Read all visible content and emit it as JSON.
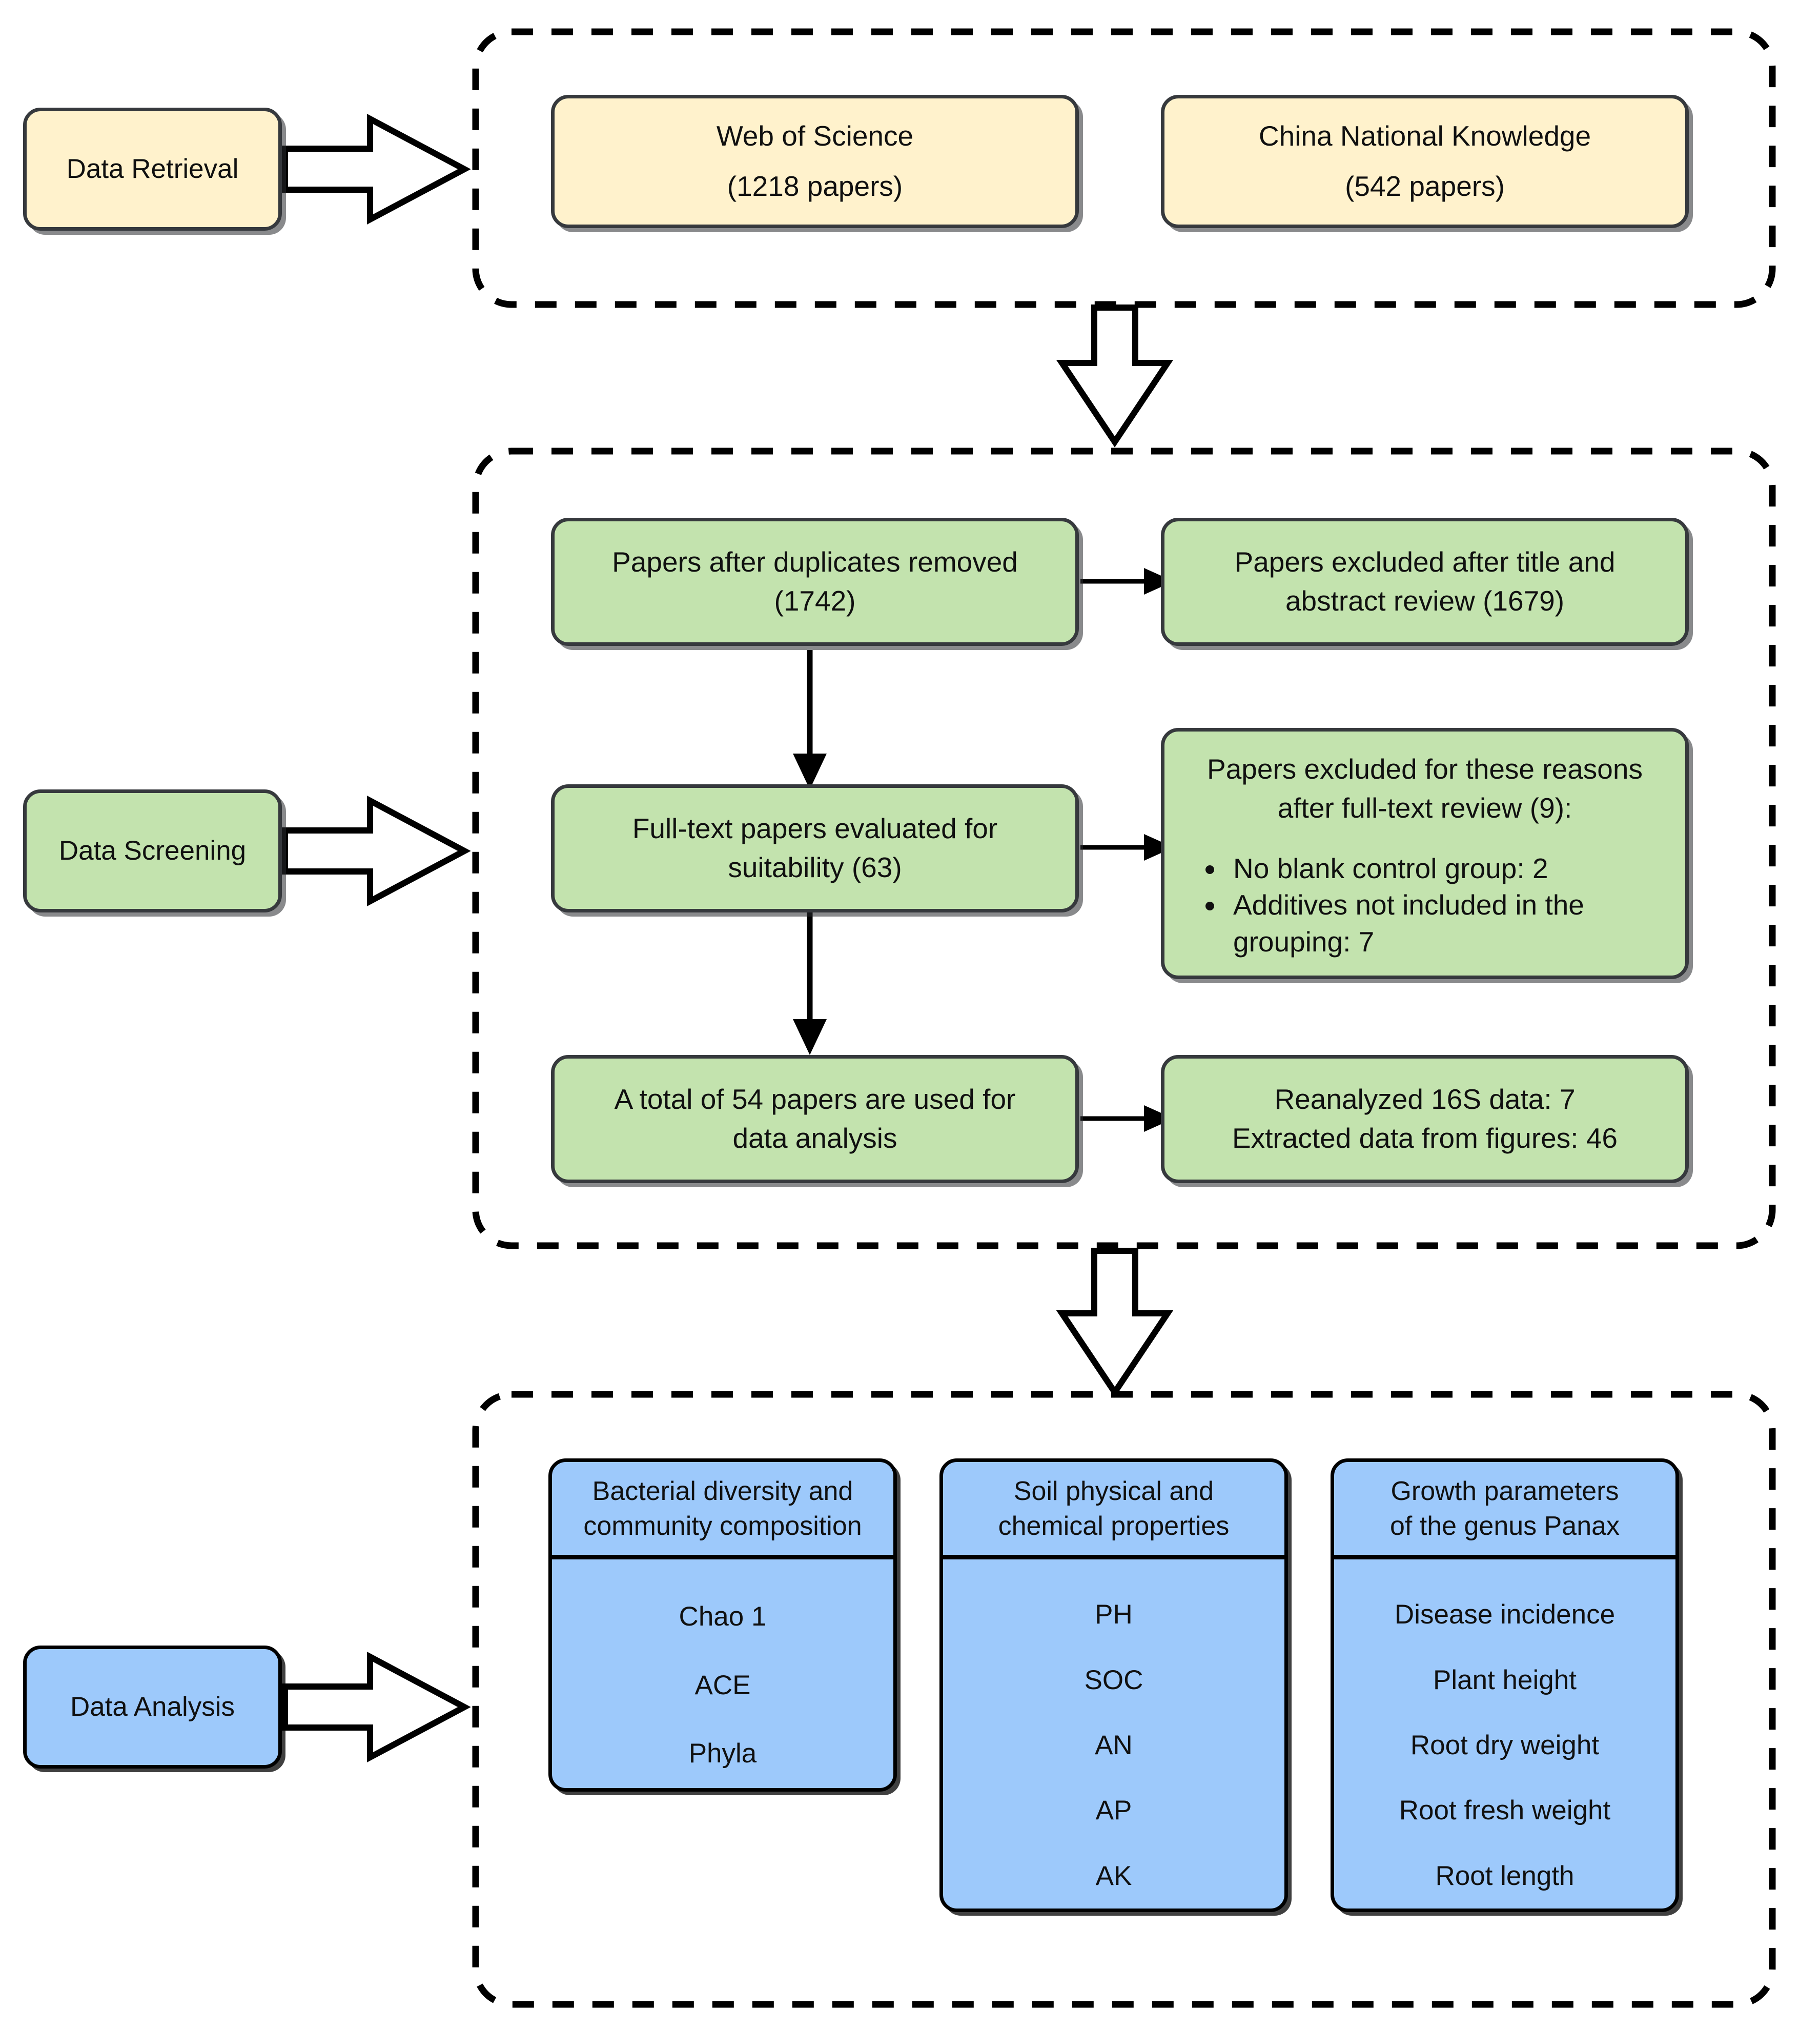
{
  "figure": {
    "type": "prisma-flow-diagram",
    "title": "Literature retrieval, screening and analysis workflow"
  },
  "stages": [
    {
      "id": "retrieval",
      "label": "Data Retrieval",
      "color": "#fff2cc"
    },
    {
      "id": "screening",
      "label": "Data Screening",
      "color": "#c3e3ae"
    },
    {
      "id": "analysis",
      "label": "Data  Analysis",
      "color": "#9dc9fb"
    }
  ],
  "retrieval": {
    "sources": [
      {
        "name": "Web of Science",
        "count": "(1218 papers)"
      },
      {
        "name": "China National Knowledge",
        "count": "(542 papers)"
      }
    ]
  },
  "screening": {
    "duplicates_removed": {
      "line1": "Papers after duplicates removed",
      "line2": "(1742)"
    },
    "excluded_title_abstract": {
      "line1": "Papers excluded after title and",
      "line2": "abstract review (1679)"
    },
    "fulltext_evaluated": {
      "line1": "Full-text papers evaluated for",
      "line2": "suitability (63)"
    },
    "excluded_fulltext": {
      "title_line1": "Papers excluded for these reasons",
      "title_line2": "after full-text review (9):",
      "reasons": [
        "No blank control group: 2",
        "Additives not included in the grouping: 7"
      ]
    },
    "total_used": {
      "line1": "A total of 54 papers are used for",
      "line2": "data analysis"
    },
    "data_origin": {
      "line1": "Reanalyzed 16S data: 7",
      "line2": "Extracted data from figures: 46"
    }
  },
  "analysis": {
    "panels": [
      {
        "head_line1": "Bacterial diversity and",
        "head_line2": "community composition",
        "items": [
          "Chao 1",
          "ACE",
          "Phyla"
        ]
      },
      {
        "head_line1": "Soil physical and",
        "head_line2": "chemical properties",
        "items": [
          "PH",
          "SOC",
          "AN",
          "AP",
          "AK"
        ]
      },
      {
        "head_line1": "Growth parameters",
        "head_line2": "of the genus Panax",
        "items": [
          "Disease incidence",
          "Plant height",
          "Root dry weight",
          "Root fresh weight",
          "Root length"
        ]
      }
    ]
  },
  "colors": {
    "yellow_fill": "#fff2cc",
    "green_fill": "#c3e3ae",
    "blue_fill": "#9dc9fb",
    "stroke": "#36393d",
    "blue_stroke": "#000000",
    "dashed_container": "#000000"
  }
}
